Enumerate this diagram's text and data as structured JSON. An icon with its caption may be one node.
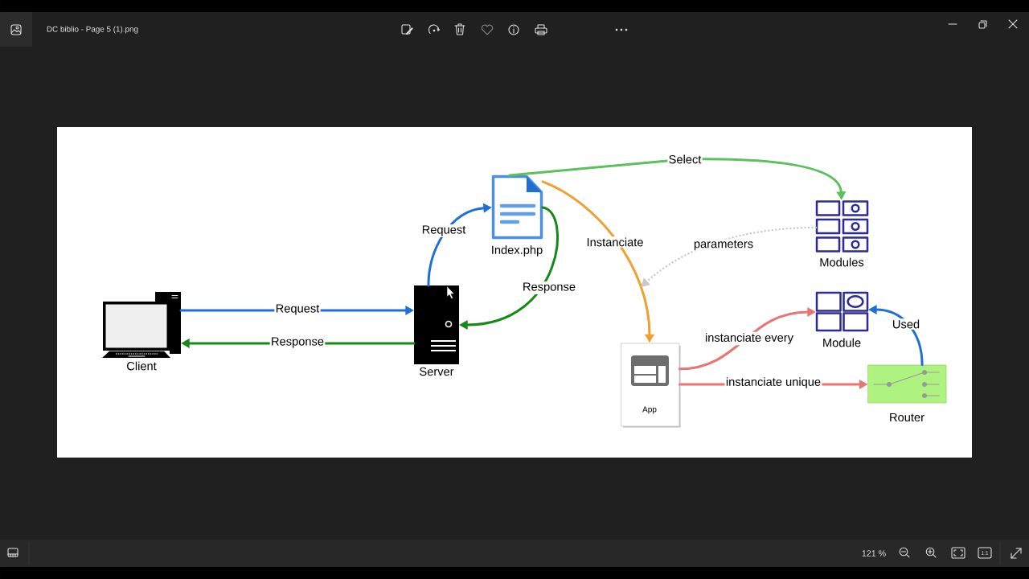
{
  "diagram": {
    "nodes": [
      {
        "text": [
          "Client"
        ]
      },
      {
        "text": [
          "Server"
        ]
      },
      {
        "text": [
          "Index.php"
        ]
      },
      {
        "text": [
          "Modules"
        ]
      },
      {
        "text": [
          "App"
        ]
      },
      {
        "text": [
          "Module"
        ]
      },
      {
        "text": [
          "Router"
        ]
      }
    ],
    "edges": [
      {
        "from": 0,
        "to": 1,
        "arrow": "to",
        "label": "Request",
        "color": "#1f6fd6"
      },
      {
        "from": 1,
        "to": 0,
        "arrow": "to",
        "label": "Response",
        "color": "#158a15"
      },
      {
        "from": 1,
        "to": 2,
        "arrow": "to",
        "label": "Request",
        "color": "#1f6fd6"
      },
      {
        "from": 2,
        "to": 1,
        "arrow": "to",
        "label": "Response",
        "color": "#158a15"
      },
      {
        "from": 2,
        "to": 3,
        "arrow": "to",
        "label": "Select",
        "color": "#5cc05c"
      },
      {
        "from": 2,
        "to": 4,
        "arrow": "to",
        "label": "Instanciate",
        "color": "#f0a030"
      },
      {
        "from": 3,
        "to": null,
        "arrow": "to",
        "label": "parameters",
        "style": "dashed",
        "color": "#c8c8c8"
      },
      {
        "from": 4,
        "to": 5,
        "arrow": "to",
        "label": "instanciate every",
        "color": "#ea7373"
      },
      {
        "from": 4,
        "to": 6,
        "arrow": "to",
        "label": "instanciate unique",
        "color": "#ea7373"
      },
      {
        "from": 6,
        "to": 5,
        "arrow": "to",
        "label": "Used",
        "color": "#1f6fd6"
      }
    ],
    "labels": [
      "DC biblio - Page 5 (1).png",
      "121 %",
      "1:1"
    ]
  }
}
